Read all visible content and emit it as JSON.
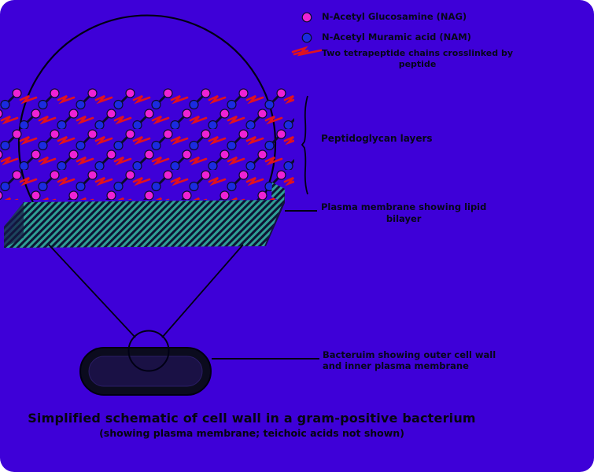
{
  "legend": {
    "items": [
      {
        "marker": "nag-pink-circle",
        "color": "#EE22D4",
        "label": "N-Acetyl Glucosamine (NAG)"
      },
      {
        "marker": "nam-blue-circle",
        "color": "#1B2BE0",
        "label": "N-Acetyl Muramic acid (NAM)"
      },
      {
        "marker": "red-zigzag",
        "color": "#E1121E",
        "label_line1": "Two tetrapeptide chains crosslinked by",
        "label_line2": "peptide"
      }
    ]
  },
  "labels": {
    "peptidoglycan": "Peptidoglycan layers",
    "membrane_line1": "Plasma membrane showing lipid",
    "membrane_line2": "bilayer",
    "bacterium_line1": "Bacteruim showing outer cell wall",
    "bacterium_line2": "and inner plasma membrane"
  },
  "title": {
    "main": "Simplified schematic of cell wall in a gram-positive bacterium",
    "subtitle": "(showing plasma membrane; teichoic acids not shown)"
  },
  "colors": {
    "background": "#3E00D8",
    "nag_pink": "#EE22D4",
    "nam_blue": "#1B2BE0",
    "peptide_red": "#E1121E",
    "membrane_teal": "#2F9F95",
    "membrane_dark": "#0D1434",
    "bacterium_wall": "#0B0B1E",
    "bacterium_inner": "#1A1145",
    "ink": "#000014"
  }
}
